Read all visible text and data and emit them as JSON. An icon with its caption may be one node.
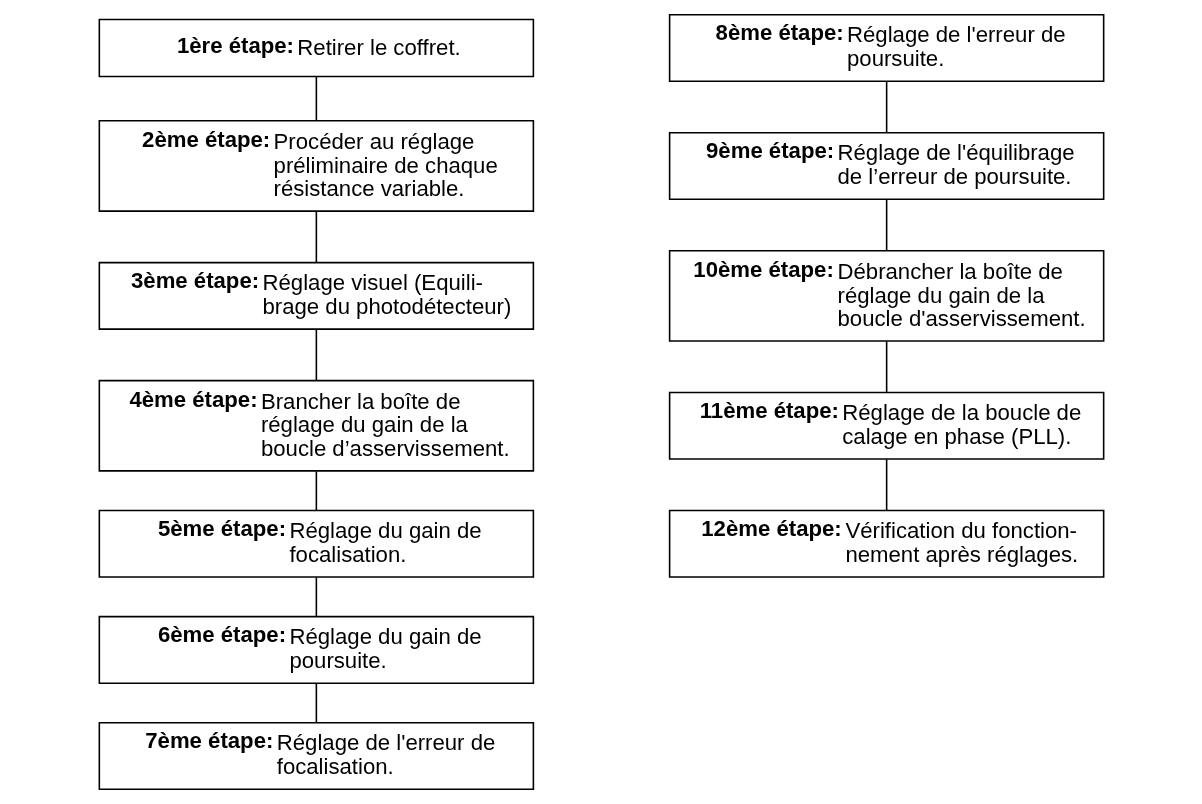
{
  "diagram": {
    "nodes": [
      {
        "text": [
          "1ère étape:",
          "Retirer le coffret."
        ]
      },
      {
        "text": [
          "2ème étape:",
          "Procéder au réglage préliminaire de chaque résistance variable."
        ]
      },
      {
        "text": [
          "3ème étape:",
          "Réglage visuel (Equili- brage du photodétecteur)"
        ]
      },
      {
        "text": [
          "4ème étape:",
          "Brancher la boîte de réglage du gain de la boucle d’asservissement."
        ]
      },
      {
        "text": [
          "5ème étape:",
          "Réglage du gain de focalisation."
        ]
      },
      {
        "text": [
          "6ème étape:",
          "Réglage du gain de poursuite."
        ]
      },
      {
        "text": [
          "7ème étape:",
          "Réglage de l'erreur de focalisation."
        ]
      },
      {
        "text": [
          "8ème étape:",
          "Réglage de l'erreur de poursuite."
        ]
      },
      {
        "text": [
          "9ème étape:",
          "Réglage de l'équilibrage de l’erreur de poursuite."
        ]
      },
      {
        "text": [
          "10ème étape:",
          "Débrancher la boîte de réglage du gain de la boucle d'asservissement."
        ]
      },
      {
        "text": [
          "11ème étape:",
          "Réglage de la boucle de calage en phase (PLL)."
        ]
      },
      {
        "text": [
          "12ème étape:",
          "Vérification du fonction- nement après réglages."
        ]
      }
    ],
    "edges": [
      {
        "from": 0,
        "to": 1,
        "arrow": "none"
      },
      {
        "from": 1,
        "to": 2,
        "arrow": "none"
      },
      {
        "from": 2,
        "to": 3,
        "arrow": "none"
      },
      {
        "from": 3,
        "to": 4,
        "arrow": "none"
      },
      {
        "from": 4,
        "to": 5,
        "arrow": "none"
      },
      {
        "from": 5,
        "to": 6,
        "arrow": "none"
      },
      {
        "from": 7,
        "to": 8,
        "arrow": "none"
      },
      {
        "from": 8,
        "to": 9,
        "arrow": "none"
      },
      {
        "from": 9,
        "to": 10,
        "arrow": "none"
      },
      {
        "from": 10,
        "to": 11,
        "arrow": "none"
      }
    ]
  }
}
